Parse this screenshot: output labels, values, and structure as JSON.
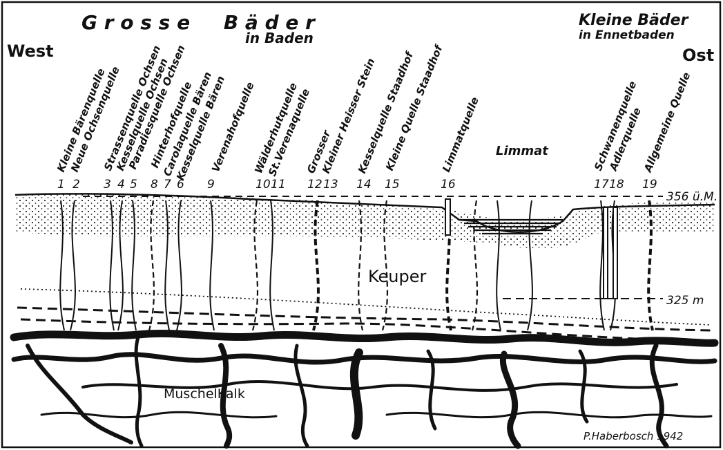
{
  "title": {
    "grosse_baeder": "G r o s s e     B ä d e r",
    "in_baden": "in Baden",
    "kleine_baeder": "Kleine Bäder",
    "in_ennetbaden": "in Ennetbaden",
    "west": "West",
    "ost": "Ost"
  },
  "springs": [
    {
      "num": "1",
      "name": "Kleine Bärenquelle"
    },
    {
      "num": "2",
      "name": "Neue Ochsenquelle"
    },
    {
      "num": "3",
      "name": "Strassenquelle Ochsen"
    },
    {
      "num": "4",
      "name": "Kesselquelle Ochsen"
    },
    {
      "num": "5",
      "name": "Paradiesquelle Ochsen"
    },
    {
      "num": "8",
      "name": "Hinterhofquelle"
    },
    {
      "num": "7",
      "name": "Carolaquelle Bären"
    },
    {
      "num": "6",
      "name": "Kesselquelle Bären"
    },
    {
      "num": "9",
      "name": "Verenahofquelle"
    },
    {
      "num": "10",
      "name": "Wälderhutquelle"
    },
    {
      "num": "11",
      "name": "St.Verenaquelle"
    },
    {
      "num": "12",
      "name": "Grosser"
    },
    {
      "num": "13",
      "name": "Kleiner Heisser Stein"
    },
    {
      "num": "14",
      "name": "Kesselquelle Staadhof"
    },
    {
      "num": "15",
      "name": "Kleine Quelle Staadhof"
    },
    {
      "num": "16",
      "name": "Limmatquelle"
    },
    {
      "num": "17",
      "name": "Schwanenquelle"
    },
    {
      "num": "18",
      "name": "Adlerquelle"
    },
    {
      "num": "19",
      "name": "Allgemeine Quelle"
    }
  ],
  "labels": {
    "limmat": "Limmat",
    "keuper": "Keuper",
    "muschelkalk": "MuschelKalk",
    "level_top": "356 ü.M.",
    "level_mid": "325 m",
    "author": "P.Haberbosch 1942"
  }
}
